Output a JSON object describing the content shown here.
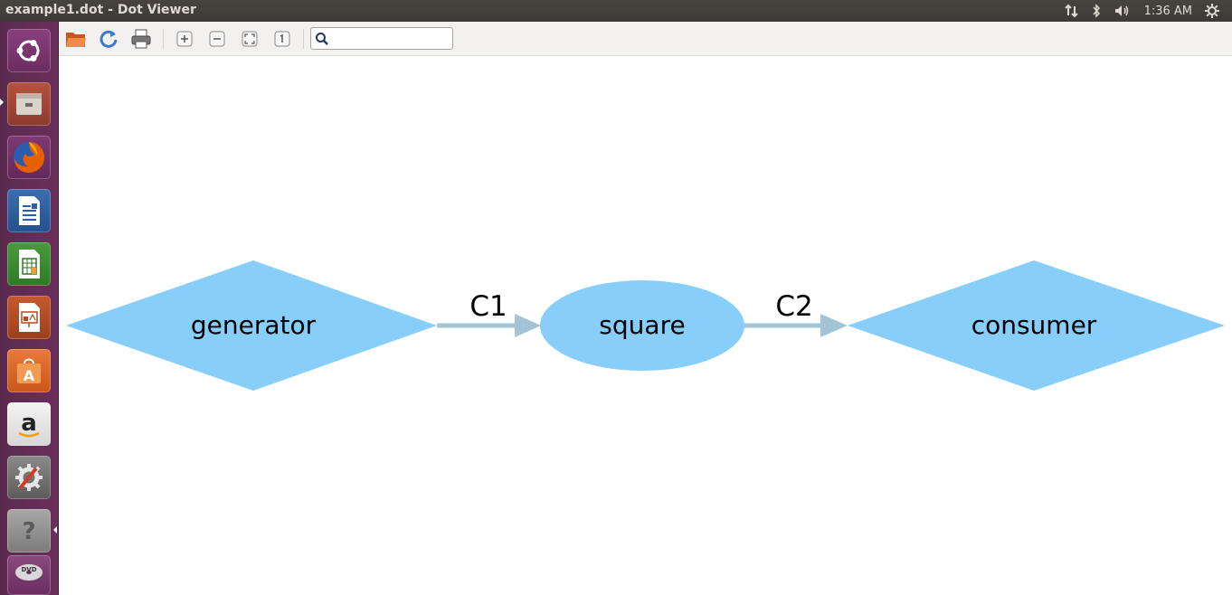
{
  "window": {
    "title": "example1.dot - Dot Viewer"
  },
  "top_panel": {
    "clock": "1:36 AM",
    "indicators": [
      "network-icon",
      "bluetooth-icon",
      "volume-icon",
      "settings-gear-icon"
    ]
  },
  "launcher": {
    "items": [
      {
        "name": "ubuntu-dash-icon"
      },
      {
        "name": "files-icon"
      },
      {
        "name": "firefox-icon"
      },
      {
        "name": "libreoffice-writer-icon"
      },
      {
        "name": "libreoffice-calc-icon"
      },
      {
        "name": "libreoffice-impress-icon"
      },
      {
        "name": "software-center-icon"
      },
      {
        "name": "amazon-icon"
      },
      {
        "name": "system-settings-icon"
      },
      {
        "name": "help-icon"
      },
      {
        "name": "dvd-icon"
      }
    ]
  },
  "toolbar": {
    "buttons": [
      "open-file-icon",
      "reload-icon",
      "print-icon",
      "zoom-in-icon",
      "zoom-out-icon",
      "zoom-fit-icon",
      "zoom-100-icon"
    ],
    "search": {
      "value": "",
      "placeholder": ""
    }
  },
  "graph": {
    "node_color": "#87cefa",
    "edge_color": "#a2c4d6",
    "nodes": [
      {
        "id": "generator",
        "label": "generator",
        "shape": "diamond"
      },
      {
        "id": "square",
        "label": "square",
        "shape": "ellipse"
      },
      {
        "id": "consumer",
        "label": "consumer",
        "shape": "diamond"
      }
    ],
    "edges": [
      {
        "from": "generator",
        "to": "square",
        "label": "C1"
      },
      {
        "from": "square",
        "to": "consumer",
        "label": "C2"
      }
    ]
  }
}
